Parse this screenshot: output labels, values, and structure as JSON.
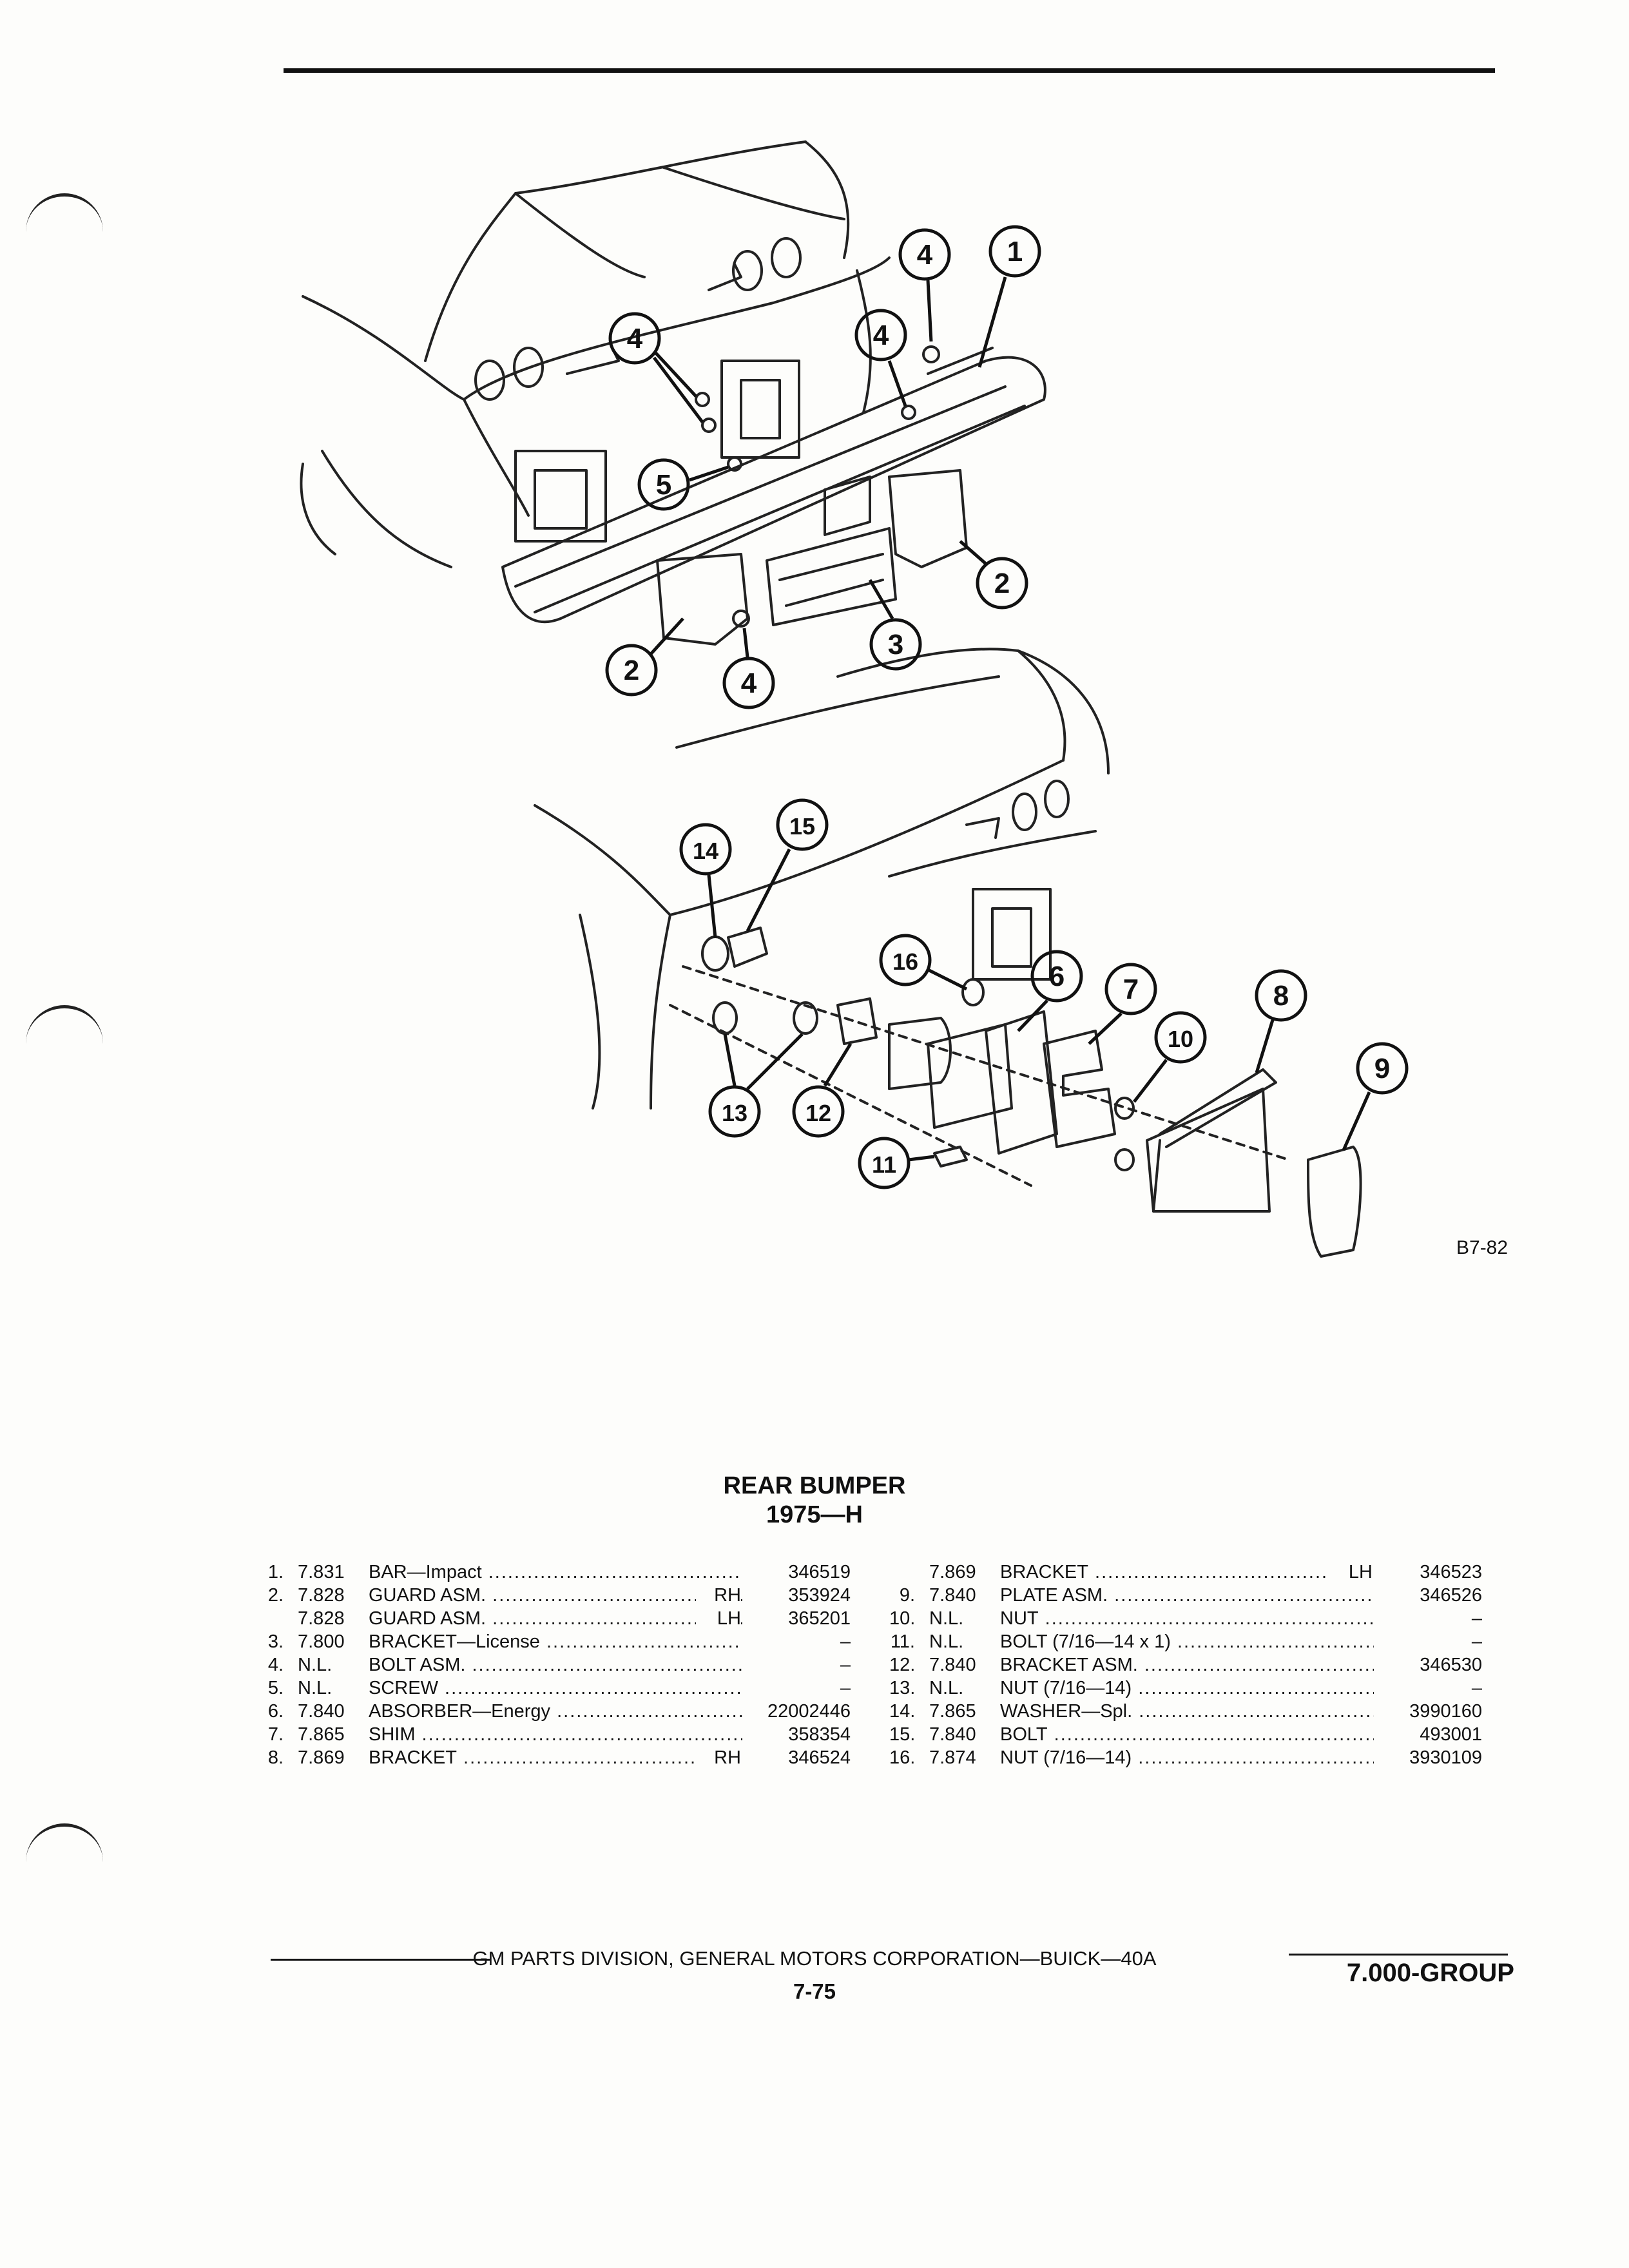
{
  "figure": {
    "id": "B7-82",
    "callouts": [
      "1",
      "2",
      "3",
      "4",
      "5",
      "6",
      "7",
      "8",
      "9",
      "10",
      "11",
      "12",
      "13",
      "14",
      "15",
      "16"
    ]
  },
  "title": "REAR BUMPER",
  "subtitle": "1975—H",
  "parts_left": [
    {
      "num": "1.",
      "group": "7.831",
      "desc": "BAR—Impact",
      "side": "",
      "part": "346519"
    },
    {
      "num": "2.",
      "group": "7.828",
      "desc": "GUARD ASM.",
      "side": "RH",
      "part": "353924"
    },
    {
      "num": "",
      "group": "7.828",
      "desc": "GUARD ASM.",
      "side": "LH",
      "part": "365201"
    },
    {
      "num": "3.",
      "group": "7.800",
      "desc": "BRACKET—License",
      "side": "",
      "part": "–"
    },
    {
      "num": "4.",
      "group": "N.L.",
      "desc": "BOLT ASM.",
      "side": "",
      "part": "–"
    },
    {
      "num": "5.",
      "group": "N.L.",
      "desc": "SCREW",
      "side": "",
      "part": "–"
    },
    {
      "num": "6.",
      "group": "7.840",
      "desc": "ABSORBER—Energy",
      "side": "",
      "part": "22002446"
    },
    {
      "num": "7.",
      "group": "7.865",
      "desc": "SHIM",
      "side": "",
      "part": "358354"
    },
    {
      "num": "8.",
      "group": "7.869",
      "desc": "BRACKET",
      "side": "RH",
      "part": "346524"
    }
  ],
  "parts_right": [
    {
      "num": "",
      "group": "7.869",
      "desc": "BRACKET",
      "side": "LH",
      "part": "346523"
    },
    {
      "num": "9.",
      "group": "7.840",
      "desc": "PLATE ASM.",
      "side": "",
      "part": "346526"
    },
    {
      "num": "10.",
      "group": "N.L.",
      "desc": "NUT",
      "side": "",
      "part": "–"
    },
    {
      "num": "11.",
      "group": "N.L.",
      "desc": "BOLT (7/16—14 x 1)",
      "side": "",
      "part": "–"
    },
    {
      "num": "12.",
      "group": "7.840",
      "desc": "BRACKET ASM.",
      "side": "",
      "part": "346530"
    },
    {
      "num": "13.",
      "group": "N.L.",
      "desc": "NUT (7/16—14)",
      "side": "",
      "part": "–"
    },
    {
      "num": "14.",
      "group": "7.865",
      "desc": "WASHER—Spl.",
      "side": "",
      "part": "3990160"
    },
    {
      "num": "15.",
      "group": "7.840",
      "desc": "BOLT",
      "side": "",
      "part": "493001"
    },
    {
      "num": "16.",
      "group": "7.874",
      "desc": "NUT (7/16—14)",
      "side": "",
      "part": "3930109"
    }
  ],
  "footer": {
    "publisher": "GM PARTS DIVISION, GENERAL MOTORS CORPORATION—BUICK—40A",
    "page": "7-75",
    "group": "7.000-GROUP"
  }
}
